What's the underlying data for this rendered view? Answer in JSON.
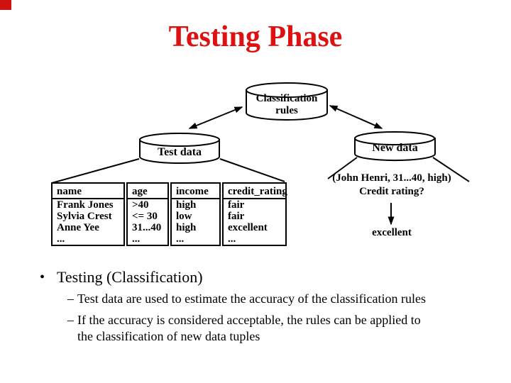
{
  "corner_mark": {
    "color": "#cf1212"
  },
  "title": {
    "text": "Testing Phase",
    "color": "#dd1111"
  },
  "diagram": {
    "classification": {
      "line1": "Classification",
      "line2": "rules"
    },
    "test_data": "Test data",
    "new_data": "New data",
    "query_tuple": "(John Henri, 31...40, high)",
    "query_question": "Credit rating?",
    "query_answer": "excellent"
  },
  "table": {
    "headers": [
      "name",
      "age",
      "income",
      "credit_rating"
    ],
    "rows": [
      [
        "Frank Jones",
        ">40",
        "high",
        "fair"
      ],
      [
        "Sylvia Crest",
        "<= 30",
        "low",
        "fair"
      ],
      [
        "Anne Yee",
        "31...40",
        "high",
        "excellent"
      ],
      [
        "...",
        "...",
        "...",
        "..."
      ]
    ]
  },
  "bullets": {
    "marker_main": "•",
    "marker_sub": "–",
    "main": "Testing (Classification)",
    "sub1": "Test data are used to estimate the accuracy of the classification rules",
    "sub2_line1": "If the accuracy is considered acceptable, the rules can be applied to",
    "sub2_line2": "the classification of new data tuples"
  }
}
